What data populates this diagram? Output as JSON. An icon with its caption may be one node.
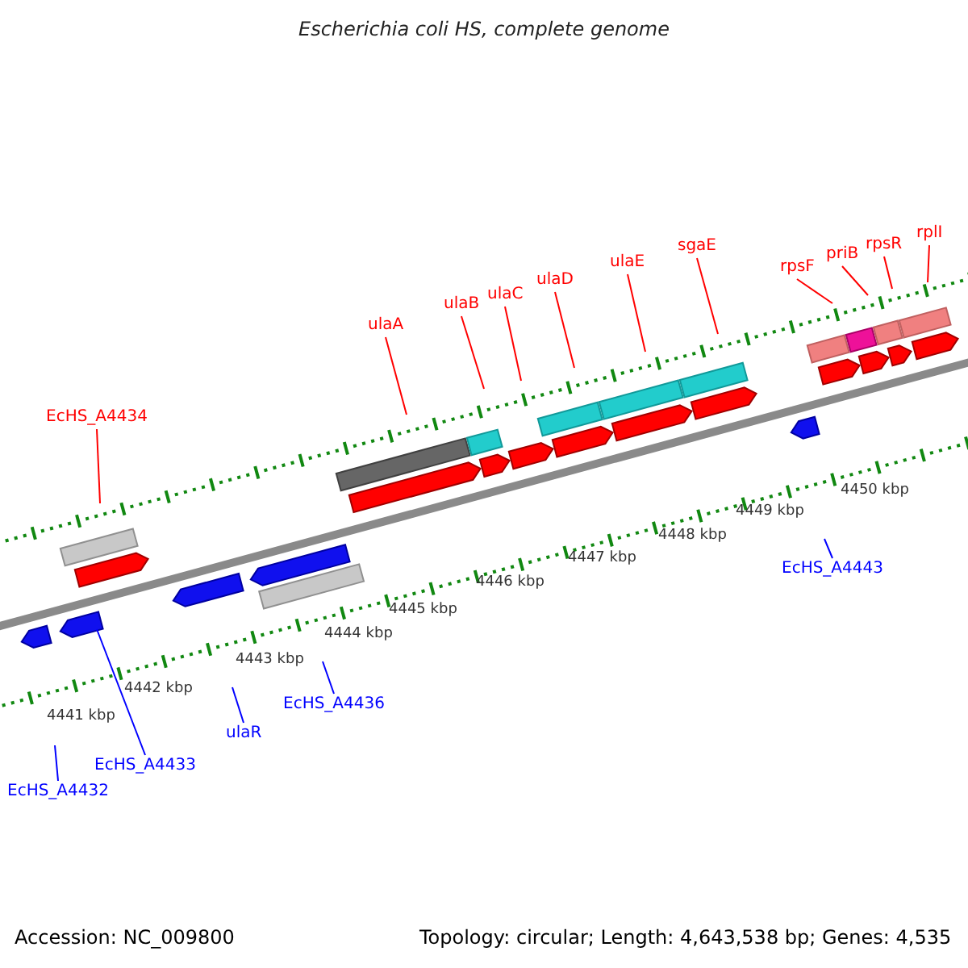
{
  "diagram": {
    "title": "Escherichia coli HS, complete genome",
    "nodes": [
      {
        "text": [
          "EcHS_A4434"
        ]
      },
      {
        "text": [
          "ulaA"
        ]
      },
      {
        "text": [
          "ulaB"
        ]
      },
      {
        "text": [
          "ulaC"
        ]
      },
      {
        "text": [
          "ulaD"
        ]
      },
      {
        "text": [
          "ulaE"
        ]
      },
      {
        "text": [
          "sgaE"
        ]
      },
      {
        "text": [
          "rpsF"
        ]
      },
      {
        "text": [
          "priB"
        ]
      },
      {
        "text": [
          "rpsR"
        ]
      },
      {
        "text": [
          "rplI"
        ]
      },
      {
        "text": [
          "EcHS_A4432"
        ]
      },
      {
        "text": [
          "EcHS_A4433"
        ]
      },
      {
        "text": [
          "ulaR"
        ]
      },
      {
        "text": [
          "EcHS_A4436"
        ]
      },
      {
        "text": [
          "EcHS_A4443"
        ]
      }
    ],
    "edges": [
      {
        "from": 0,
        "to": null,
        "arrow": "none"
      },
      {
        "from": 1,
        "to": null,
        "arrow": "none"
      },
      {
        "from": 2,
        "to": null,
        "arrow": "none"
      },
      {
        "from": 3,
        "to": null,
        "arrow": "none"
      },
      {
        "from": 4,
        "to": null,
        "arrow": "none"
      },
      {
        "from": 5,
        "to": null,
        "arrow": "none"
      },
      {
        "from": 6,
        "to": null,
        "arrow": "none"
      },
      {
        "from": 7,
        "to": null,
        "arrow": "none"
      },
      {
        "from": 8,
        "to": null,
        "arrow": "none"
      },
      {
        "from": 9,
        "to": null,
        "arrow": "none"
      },
      {
        "from": 10,
        "to": null,
        "arrow": "none"
      },
      {
        "from": 11,
        "to": null,
        "arrow": "none",
        "color": "#0000ff"
      },
      {
        "from": 12,
        "to": null,
        "arrow": "none",
        "color": "#0000ff"
      },
      {
        "from": 13,
        "to": null,
        "arrow": "none",
        "color": "#0000ff"
      },
      {
        "from": 14,
        "to": null,
        "arrow": "none",
        "color": "#0000ff"
      },
      {
        "from": 15,
        "to": null,
        "arrow": "none",
        "color": "#0000ff"
      }
    ],
    "labels": [
      "4441 kbp",
      "4442 kbp",
      "4443 kbp",
      "4444 kbp",
      "4445 kbp",
      "4446 kbp",
      "4447 kbp",
      "4448 kbp",
      "4449 kbp",
      "4450 kbp",
      "Accession: NC_009800",
      "Topology: circular; Length: 4,643,538 bp; Genes: 4,535"
    ]
  }
}
